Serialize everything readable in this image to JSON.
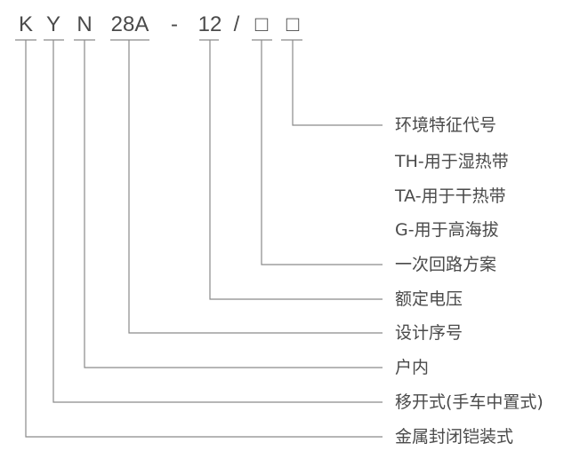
{
  "code": {
    "k": "K",
    "y": "Y",
    "n": "N",
    "design": "28A",
    "dash": "-",
    "voltage": "12",
    "slash": "/",
    "box1": "□",
    "box2": "□"
  },
  "labels": {
    "env": "环境特征代号",
    "th": "TH-用于湿热带",
    "ta": "TA-用于干热带",
    "g": "G-用于高海拔",
    "circuit": "一次回路方案",
    "voltage": "额定电压",
    "design": "设计序号",
    "indoor": "户内",
    "withdrawable": "移开式(手车中置式)",
    "metal": "金属封闭铠装式"
  }
}
